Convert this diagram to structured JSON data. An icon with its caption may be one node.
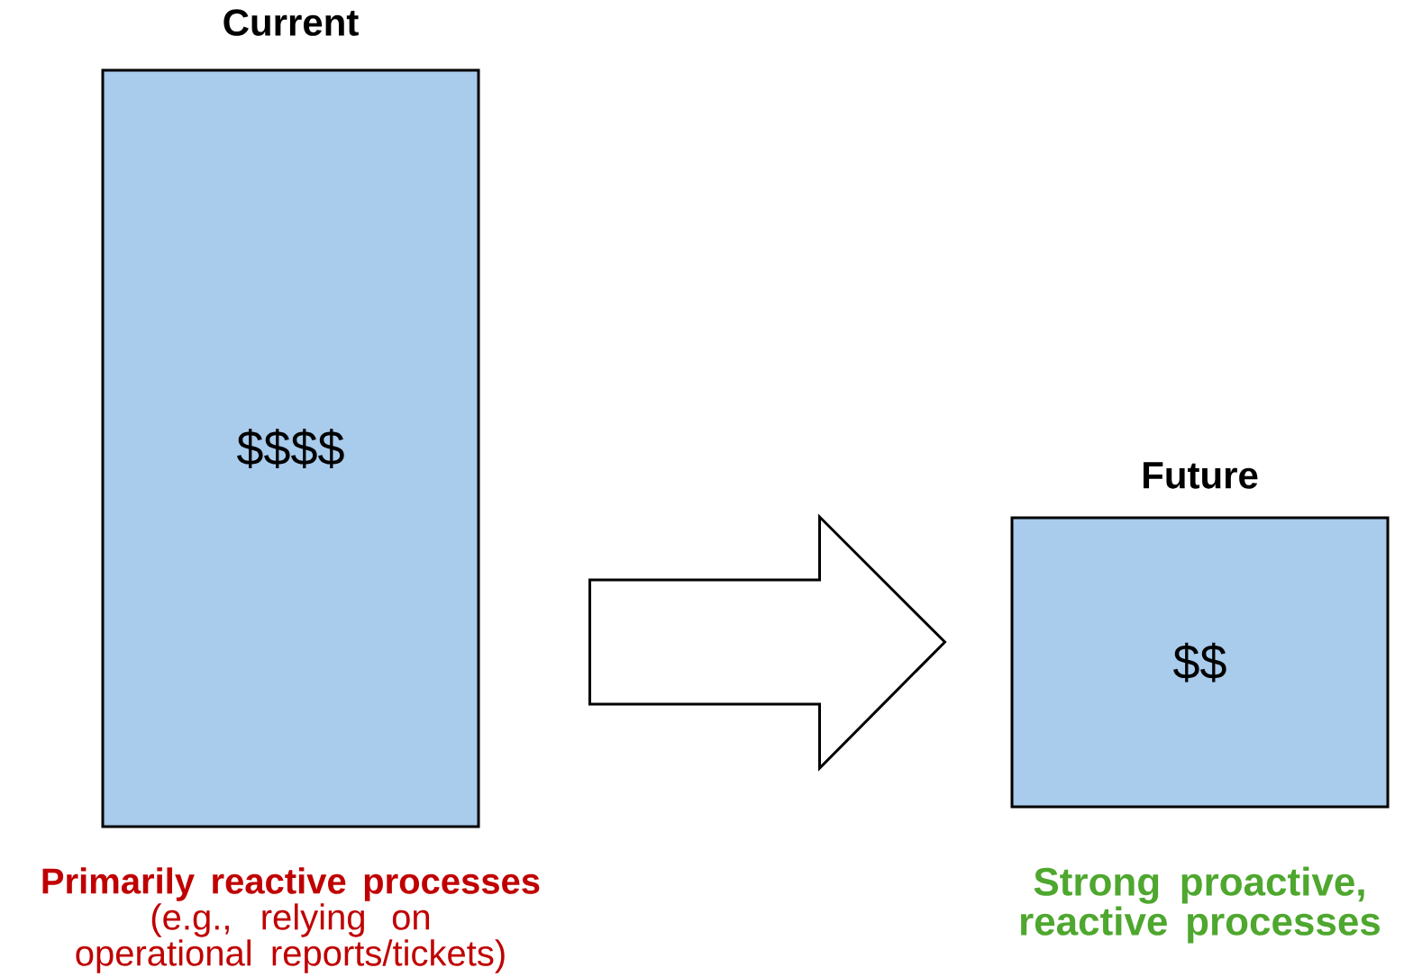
{
  "diagram": {
    "nodes": [
      {
        "text": [
          "Current",
          "$$$$"
        ],
        "beside": [
          "Primarily reactive processes",
          "(e.g., relying on operational reports/tickets)"
        ]
      },
      {
        "text": [
          "Future",
          "$$"
        ],
        "beside": [
          "Strong proactive, reactive processes"
        ]
      }
    ],
    "edges": [
      {
        "from": 0,
        "to": 1,
        "arrow": "to"
      }
    ]
  }
}
